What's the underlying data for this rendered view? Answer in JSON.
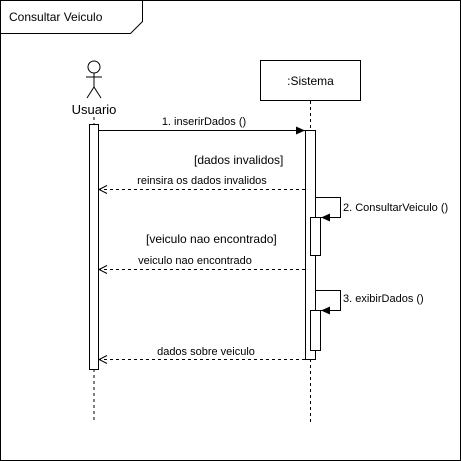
{
  "frame": {
    "title": "Consultar Veiculo"
  },
  "lifelines": {
    "actor": {
      "label": "Usuario"
    },
    "system": {
      "label": ":Sistema"
    }
  },
  "messages": [
    {
      "label": "1. inserirDados ()",
      "kind": "call"
    },
    {
      "label": "reinsira os dados invalidos",
      "kind": "return"
    },
    {
      "label": "2. ConsultarVeiculo ()",
      "kind": "self"
    },
    {
      "label": "veiculo nao encontrado",
      "kind": "return"
    },
    {
      "label": "3. exibirDados ()",
      "kind": "self"
    },
    {
      "label": "dados sobre veiculo",
      "kind": "return"
    }
  ],
  "guards": [
    {
      "label": "[dados invalidos]"
    },
    {
      "label": "[veiculo nao encontrado]"
    }
  ]
}
